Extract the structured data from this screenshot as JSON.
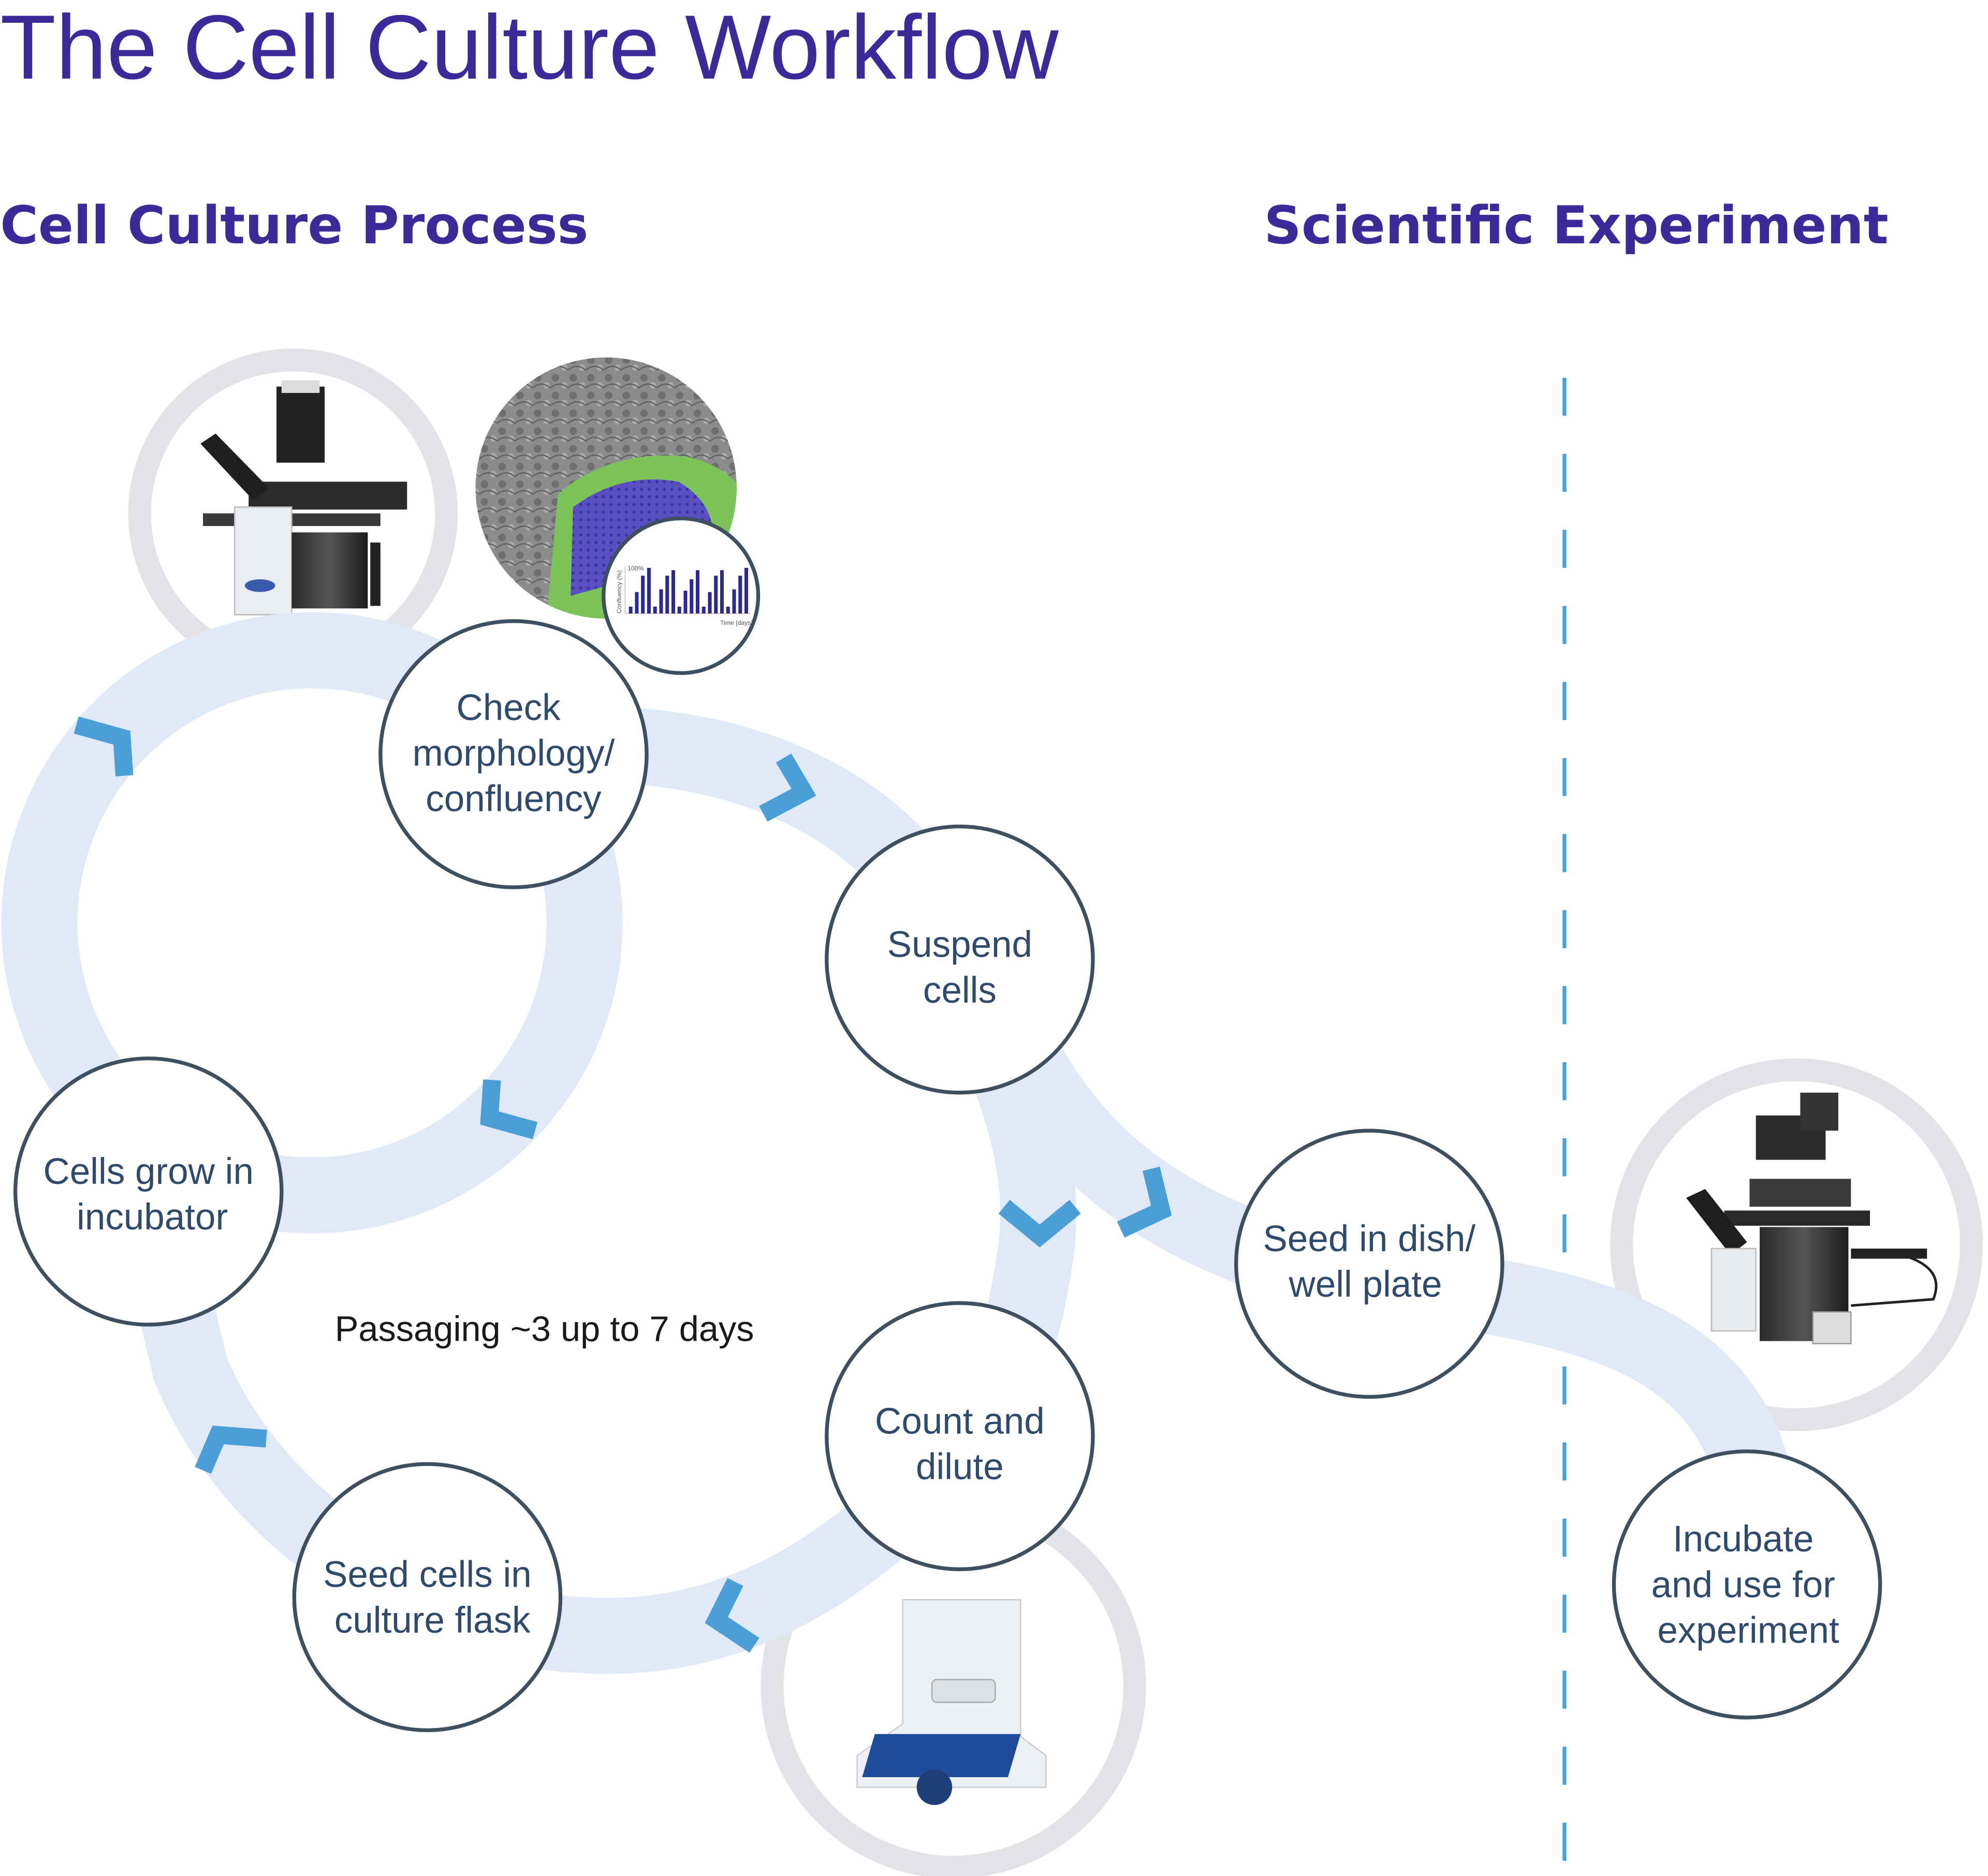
{
  "title": "The Cell Culture Workflow",
  "sections": {
    "process": "Cell Culture Process",
    "experiment": "Scientific Experiment"
  },
  "steps": {
    "check": [
      "Check",
      "morphology/",
      "confluency"
    ],
    "suspend": [
      "Suspend",
      "cells"
    ],
    "grow": [
      "Cells grow in",
      "incubator"
    ],
    "count": [
      "Count and",
      "dilute"
    ],
    "seed_flask": [
      "Seed cells in",
      "culture flask"
    ],
    "seed_dish": [
      "Seed in dish/",
      "well plate"
    ],
    "incubate": [
      "Incubate",
      "and use for",
      "experiment"
    ]
  },
  "passaging_note": "Passaging ~3 up to 7 days",
  "inset_chart": {
    "ylabel": "Confluency (%)",
    "ytick": "100%",
    "xlabel": "Time [days]"
  },
  "chart_data": {
    "type": "bar",
    "ylabel": "Confluency (%)",
    "xlabel": "Time [days]",
    "ylim": [
      0,
      100
    ],
    "values": [
      15,
      47,
      83,
      100,
      15,
      53,
      83,
      95,
      15,
      50,
      75,
      95,
      15,
      47,
      83,
      95,
      15,
      53,
      83,
      100
    ]
  },
  "colors": {
    "title": "#3b2a98",
    "band": "#dfe9f8",
    "arrow": "#4b9ed6",
    "node_stroke": "#3e4f60",
    "node_text": "#2f4a6b",
    "divider": "#4b9ed6",
    "ring": "#e1e3e6",
    "bar": "#2c2a8c"
  }
}
